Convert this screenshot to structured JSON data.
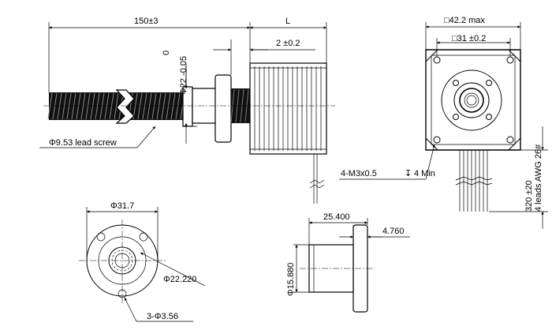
{
  "labels": {
    "length_total": "150±3",
    "length_L": "L",
    "flange_thk": "2 ±0.2",
    "dia_22_zero": "0",
    "dia_22": "Φ22 -0.05",
    "lead_screw": "Φ9.53 lead screw",
    "size_max": "□42.2 max",
    "bolt_pattern": "□31 ±0.2",
    "mount_holes": "4-M3x0.5",
    "mount_depth": "4 Min",
    "lead_len": "320 ±20",
    "leads": "4 leads AWG 26#",
    "nut_dia": "Φ31.7",
    "nut_pcd": "Φ22.220",
    "nut_holes": "3-Φ3.56",
    "nut_len": "25.400",
    "nut_flange": "4.760",
    "nut_body": "Φ15.880"
  }
}
